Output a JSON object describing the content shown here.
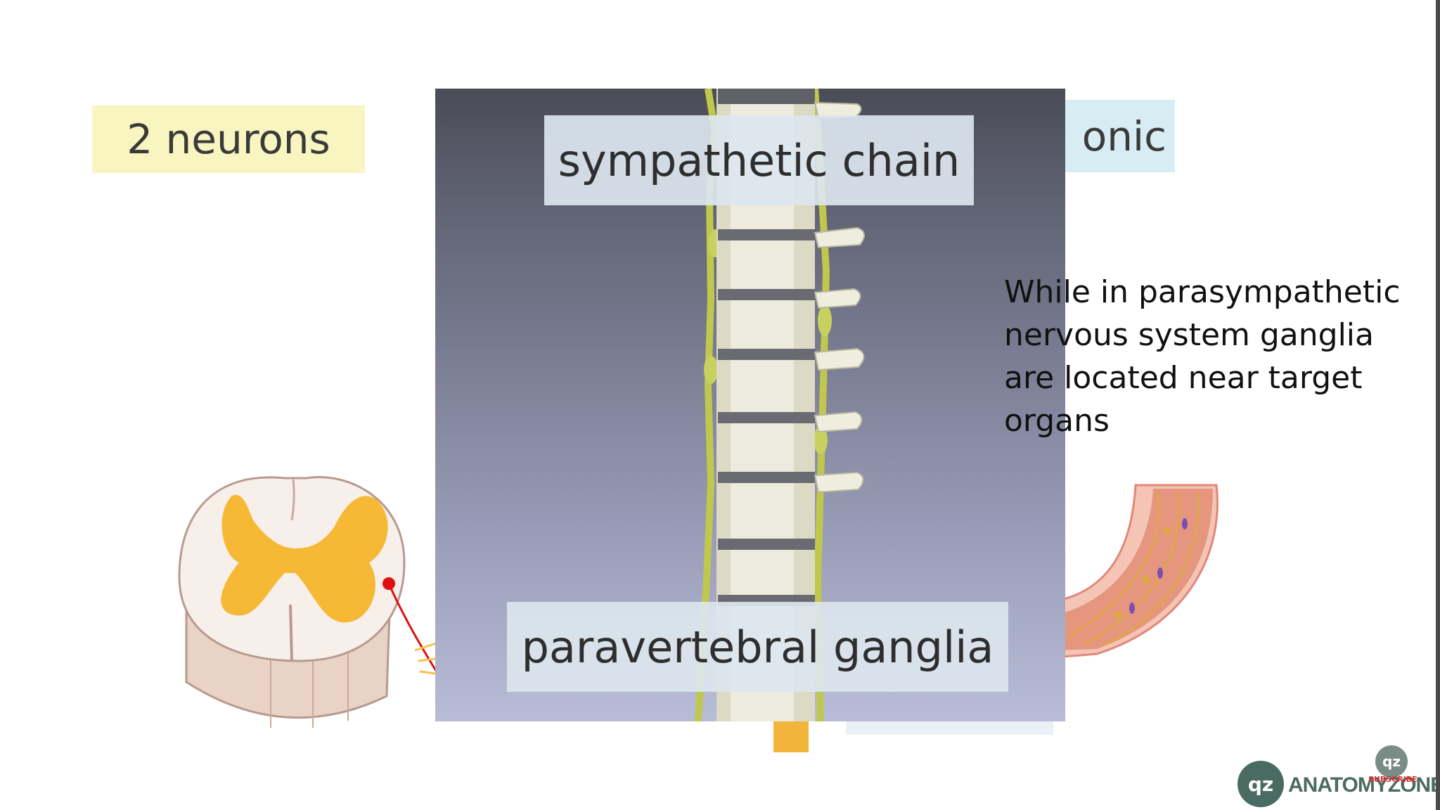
{
  "slide": {
    "neurons_label": "2 neurons",
    "partial_label": "onic",
    "sympathetic_chain_label": "sympathetic chain",
    "paravertebral_label": "paravertebral ganglia",
    "parasympathetic_text": "While in parasympathetic nervous system ganglia are located near target organs"
  },
  "logo": {
    "text": "ANATOMYZONE",
    "mark": "qz",
    "subscribe": "SUBSCRIBE"
  },
  "colors": {
    "neurons_box": "#f8f5c1",
    "label_box": "#d8ecf4",
    "spinal_grey_matter": "#f5b935",
    "axon_red": "#e01010"
  }
}
